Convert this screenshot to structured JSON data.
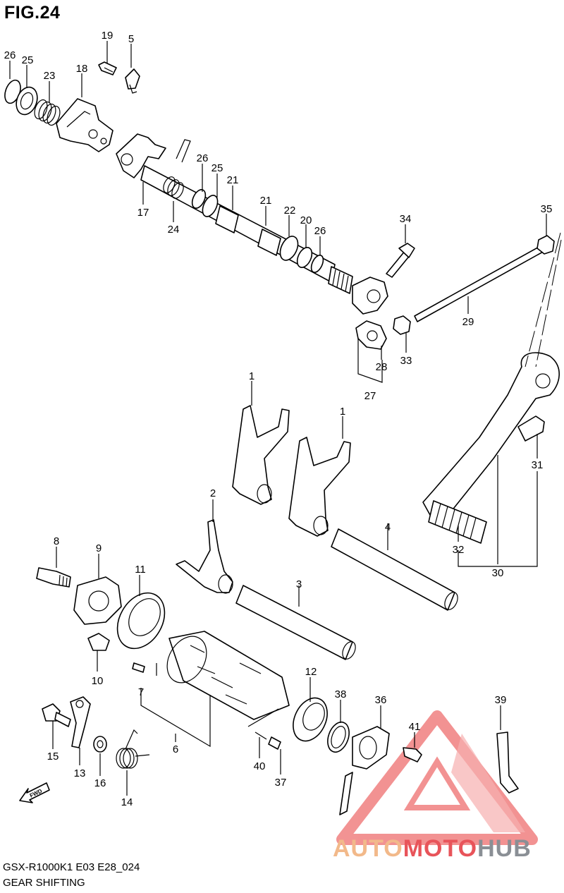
{
  "figure": {
    "title": "FIG.24",
    "model_code": "GSX-R1000K1 E03 E28_024",
    "name": "GEAR SHIFTING",
    "fwd_label": "FWD"
  },
  "parts": [
    {
      "id": "p26a",
      "label": "26"
    },
    {
      "id": "p25a",
      "label": "25"
    },
    {
      "id": "p23",
      "label": "23"
    },
    {
      "id": "p18",
      "label": "18"
    },
    {
      "id": "p19",
      "label": "19"
    },
    {
      "id": "p5",
      "label": "5"
    },
    {
      "id": "p17",
      "label": "17"
    },
    {
      "id": "p24",
      "label": "24"
    },
    {
      "id": "p26b",
      "label": "26"
    },
    {
      "id": "p25b",
      "label": "25"
    },
    {
      "id": "p21a",
      "label": "21"
    },
    {
      "id": "p21b",
      "label": "21"
    },
    {
      "id": "p22",
      "label": "22"
    },
    {
      "id": "p20",
      "label": "20"
    },
    {
      "id": "p26c",
      "label": "26"
    },
    {
      "id": "p34",
      "label": "34"
    },
    {
      "id": "p35",
      "label": "35"
    },
    {
      "id": "p29",
      "label": "29"
    },
    {
      "id": "p28",
      "label": "28"
    },
    {
      "id": "p33",
      "label": "33"
    },
    {
      "id": "p27",
      "label": "27"
    },
    {
      "id": "p1a",
      "label": "1"
    },
    {
      "id": "p1b",
      "label": "1"
    },
    {
      "id": "p31",
      "label": "31"
    },
    {
      "id": "p2",
      "label": "2"
    },
    {
      "id": "p4",
      "label": "4"
    },
    {
      "id": "p32",
      "label": "32"
    },
    {
      "id": "p30",
      "label": "30"
    },
    {
      "id": "p8",
      "label": "8"
    },
    {
      "id": "p9",
      "label": "9"
    },
    {
      "id": "p11",
      "label": "11"
    },
    {
      "id": "p3",
      "label": "3"
    },
    {
      "id": "p10",
      "label": "10"
    },
    {
      "id": "p7",
      "label": "7"
    },
    {
      "id": "p12",
      "label": "12"
    },
    {
      "id": "p38",
      "label": "38"
    },
    {
      "id": "p36",
      "label": "36"
    },
    {
      "id": "p39",
      "label": "39"
    },
    {
      "id": "p41",
      "label": "41"
    },
    {
      "id": "p15",
      "label": "15"
    },
    {
      "id": "p13",
      "label": "13"
    },
    {
      "id": "p16",
      "label": "16"
    },
    {
      "id": "p6",
      "label": "6"
    },
    {
      "id": "p40",
      "label": "40"
    },
    {
      "id": "p37",
      "label": "37"
    },
    {
      "id": "p14",
      "label": "14"
    }
  ],
  "watermark": {
    "part1": "AUTO",
    "part2": "MOTO",
    "part3": "HUB",
    "color_light": "#f2b98a",
    "color_red": "#e8545a",
    "color_gray": "#8a8f95"
  }
}
